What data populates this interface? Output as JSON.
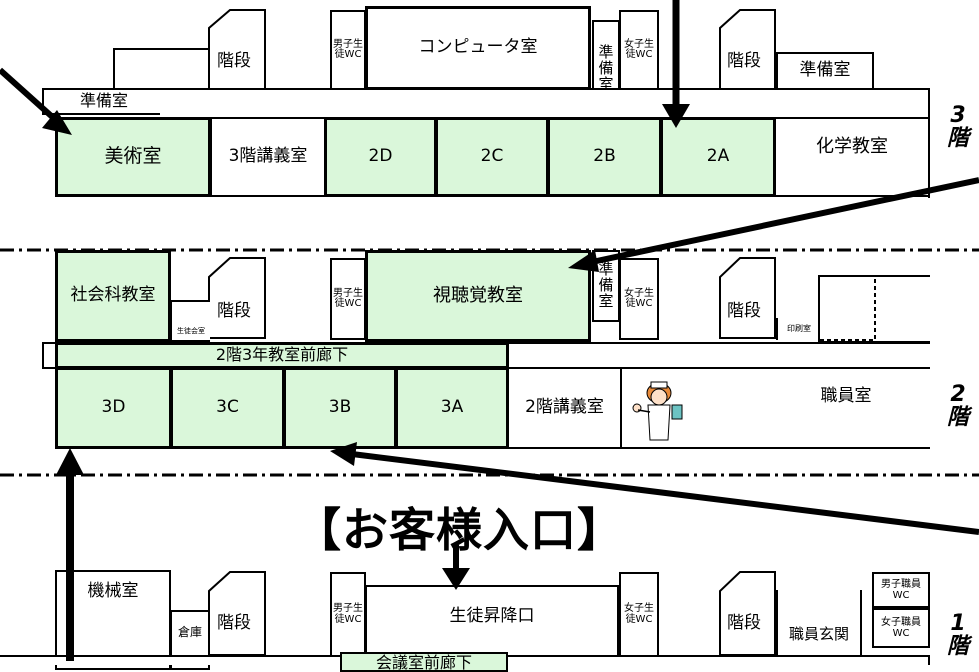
{
  "floors": {
    "f3": {
      "label": "3階"
    },
    "f2": {
      "label": "2階"
    },
    "f1": {
      "label": "1階"
    }
  },
  "entrance": "【お客様入口】",
  "third": {
    "junbi_left": "準備室",
    "stairs_left": "階段",
    "boys_wc": "男子生徒WC",
    "computer": "コンピュータ室",
    "junbi_mid": "準備室",
    "girls_wc": "女子生徒WC",
    "stairs_right": "階段",
    "junbi_right": "準備室",
    "art": "美術室",
    "lecture": "3階講義室",
    "rooms": [
      "2D",
      "2C",
      "2B",
      "2A"
    ],
    "chem": "化学教室"
  },
  "second": {
    "social": "社会科教室",
    "student_council": "生徒会室",
    "stairs_left": "階段",
    "boys_wc": "男子生徒WC",
    "av": "視聴覚教室",
    "junbi_mid": "準備室",
    "girls_wc": "女子生徒WC",
    "stairs_right": "階段",
    "print": "印刷室",
    "corridor": "2階3年教室前廊下",
    "rooms": [
      "3D",
      "3C",
      "3B",
      "3A"
    ],
    "lecture": "2階講義室",
    "staff": "職員室"
  },
  "first": {
    "machine": "機械室",
    "storage": "倉庫",
    "stairs_left": "階段",
    "boys_wc": "男子生徒WC",
    "entrance_hall": "生徒昇降口",
    "girls_wc": "女子生徒WC",
    "stairs_right": "階段",
    "staff_entrance": "職員玄関",
    "staff_boys_wc": "男子職員WC",
    "staff_girls_wc": "女子職員WC",
    "corridor": "会議室前廊下"
  },
  "icons": [
    "nurse-icon"
  ]
}
